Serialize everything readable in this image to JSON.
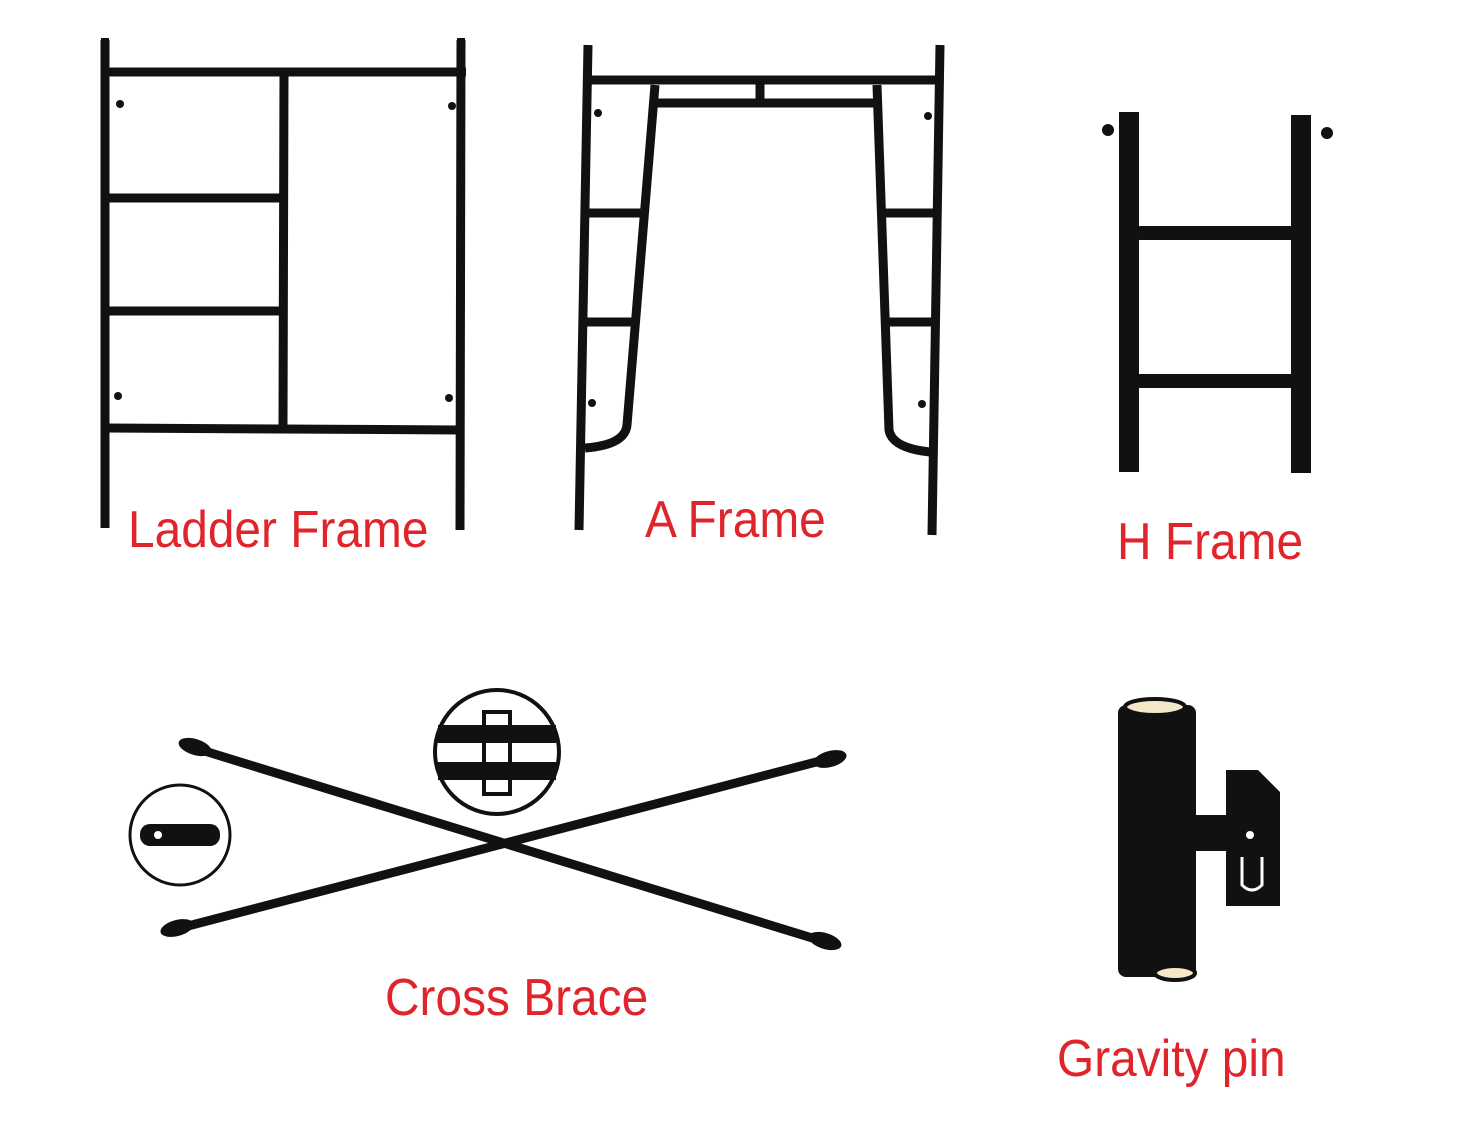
{
  "colors": {
    "label": "#e0242c",
    "steel": "#111111"
  },
  "components": [
    {
      "id": "ladder",
      "label": "Ladder Frame"
    },
    {
      "id": "a",
      "label": "A Frame"
    },
    {
      "id": "h",
      "label": "H Frame"
    },
    {
      "id": "cross",
      "label": "Cross Brace"
    },
    {
      "id": "pin",
      "label": "Gravity pin"
    }
  ]
}
